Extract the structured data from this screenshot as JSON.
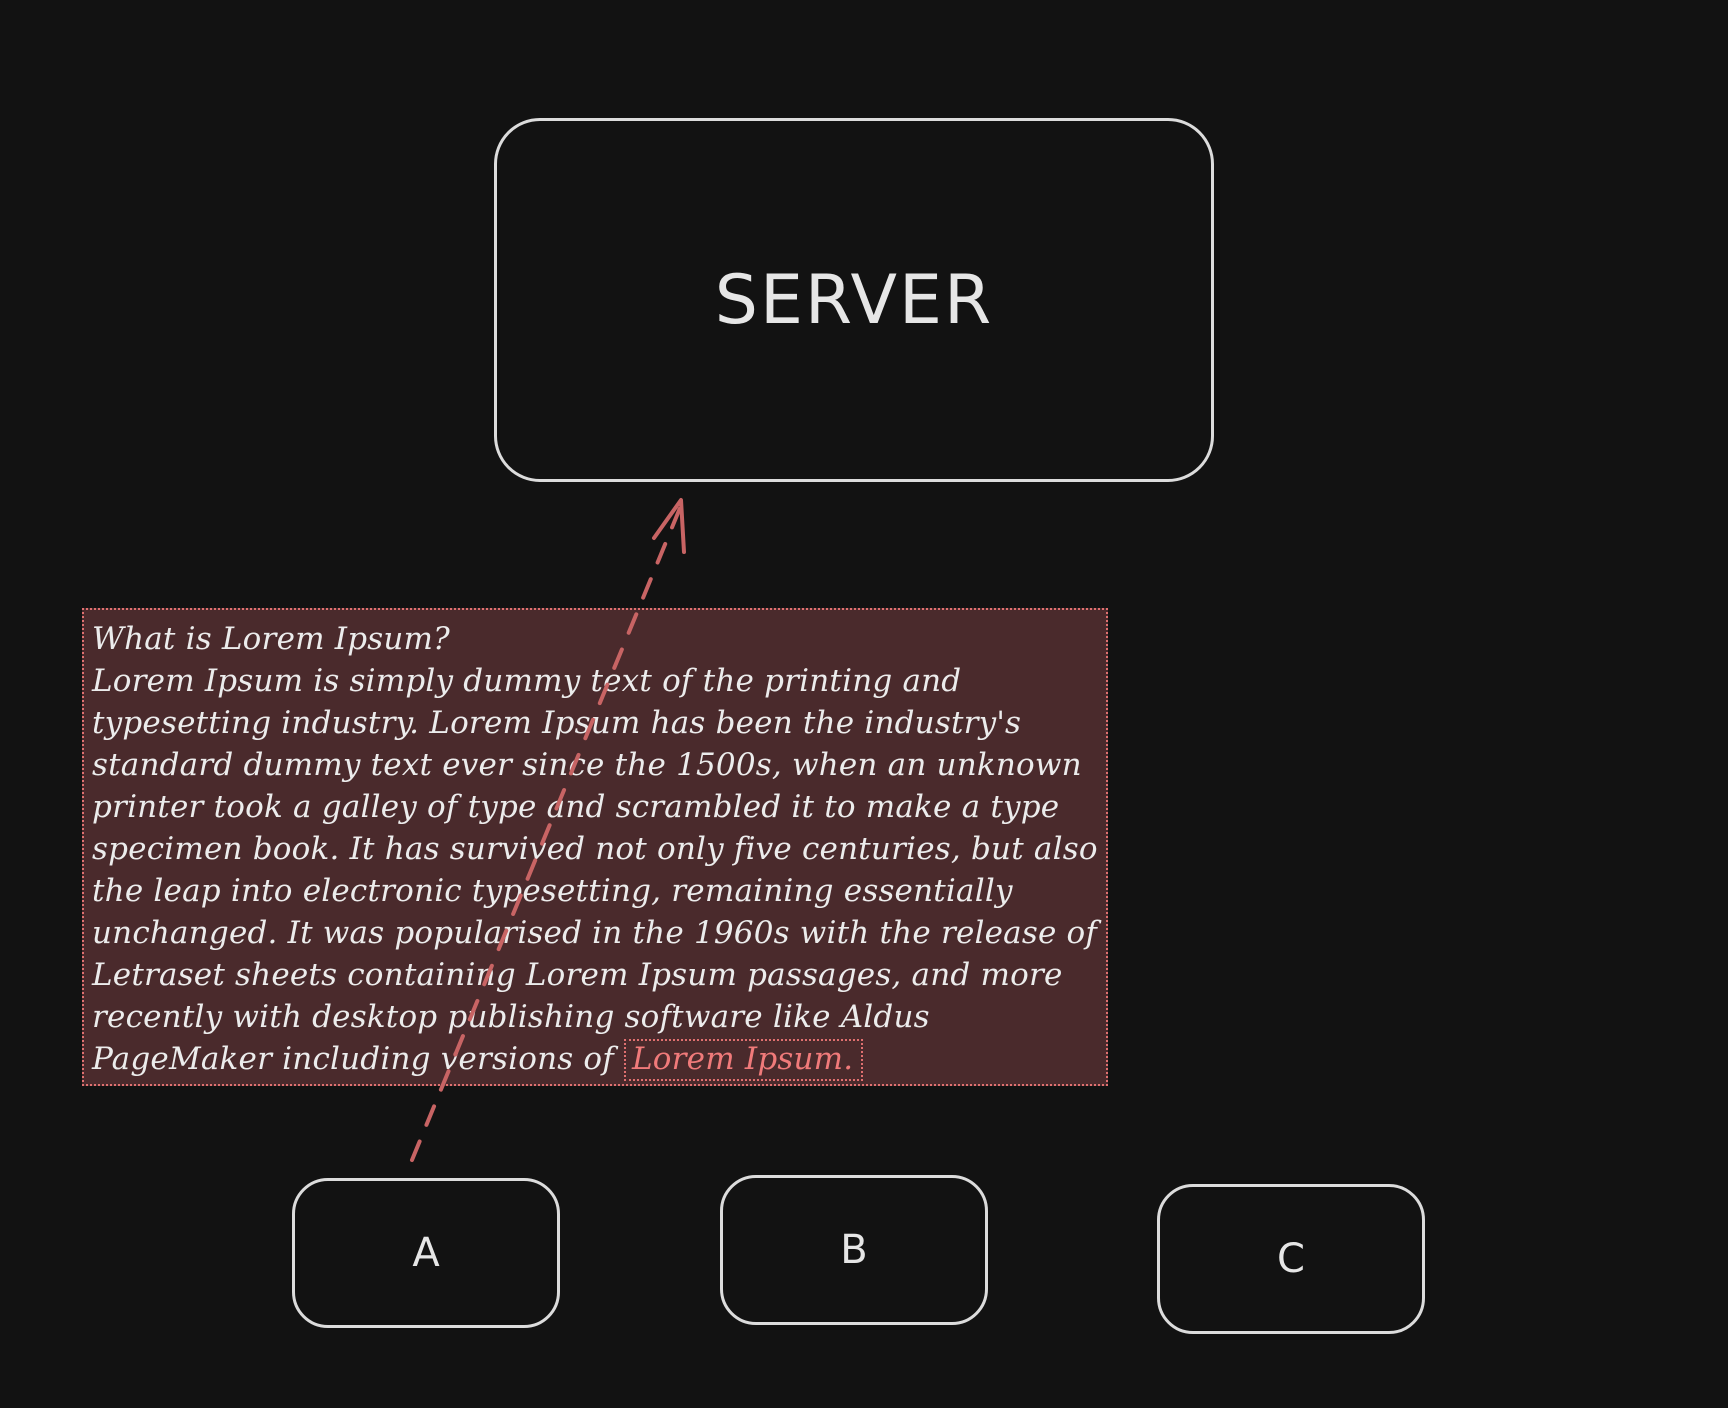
{
  "diagram": {
    "server": {
      "label": "SERVER"
    },
    "clients": [
      {
        "label": "A"
      },
      {
        "label": "B"
      },
      {
        "label": "C"
      }
    ],
    "note": {
      "heading": "What is Lorem Ipsum?",
      "body": "Lorem Ipsum is simply dummy text of the printing and typesetting industry. Lorem Ipsum has been the industry's standard dummy text ever since the 1500s, when an unknown printer took a galley of type and scrambled it to make a type specimen book. It has survived not only five centuries, but also the leap into electronic typesetting, remaining essentially unchanged. It was popularised in the 1960s with the release of Letraset sheets containing Lorem Ipsum passages, and more recently with desktop publishing software like Aldus PageMaker including versions of",
      "highlight": "Lorem Ipsum."
    },
    "colors": {
      "background": "#121212",
      "stroke": "#dcdcdc",
      "note_fill": "#4a2a2c",
      "accent": "#e07070"
    },
    "edges": [
      {
        "from": "A",
        "to": "SERVER",
        "style": "dashed",
        "color": "#c86464"
      }
    ]
  }
}
